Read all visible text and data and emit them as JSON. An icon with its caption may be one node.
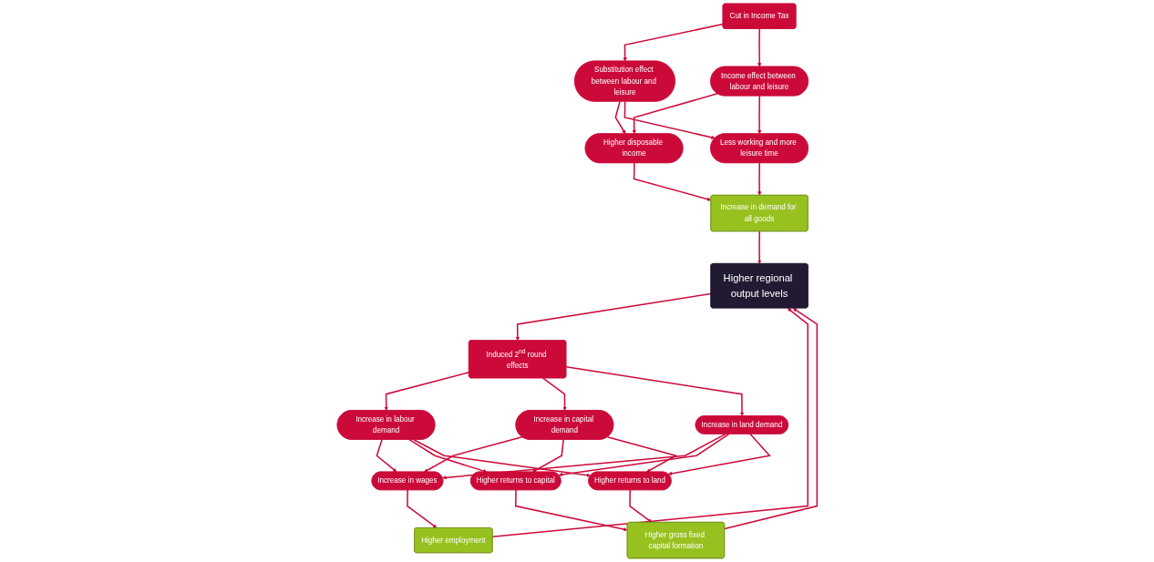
{
  "diagram": {
    "nodes": [
      {
        "text": [
          "Cut in Income Tax"
        ]
      },
      {
        "text": [
          "Substitution effect between labour and leisure"
        ]
      },
      {
        "text": [
          "Income effect between labour and leisure"
        ]
      },
      {
        "text": [
          "Higher disposable income"
        ]
      },
      {
        "text": [
          "Less working and more leisure time"
        ]
      },
      {
        "text": [
          "Increase in demand for all goods"
        ]
      },
      {
        "text": [
          "Higher regional output levels"
        ]
      },
      {
        "text": [
          "Induced 2$^{nd}$ round effects"
        ]
      },
      {
        "text": [
          "Increase in labour demand"
        ]
      },
      {
        "text": [
          "Increase in capital demand"
        ]
      },
      {
        "text": [
          "Increase in land demand"
        ]
      },
      {
        "text": [
          "Increase in wages"
        ]
      },
      {
        "text": [
          "Higher returns to capital"
        ]
      },
      {
        "text": [
          "Higher returns to land"
        ]
      },
      {
        "text": [
          "Higher employment"
        ]
      },
      {
        "text": [
          "Higher gross fixed capital formation"
        ]
      }
    ],
    "edges": [
      {
        "from": 0,
        "to": 1,
        "arrow": "to"
      },
      {
        "from": 0,
        "to": 2,
        "arrow": "to"
      },
      {
        "from": 1,
        "to": 3,
        "arrow": "to"
      },
      {
        "from": 1,
        "to": 4,
        "arrow": "to"
      },
      {
        "from": 2,
        "to": 3,
        "arrow": "to"
      },
      {
        "from": 2,
        "to": 4,
        "arrow": "to"
      },
      {
        "from": 3,
        "to": 5,
        "arrow": "to"
      },
      {
        "from": 4,
        "to": 5,
        "arrow": "to"
      },
      {
        "from": 5,
        "to": 6,
        "arrow": "to"
      },
      {
        "from": 6,
        "to": 7,
        "arrow": "to"
      },
      {
        "from": 7,
        "to": 8,
        "arrow": "to"
      },
      {
        "from": 7,
        "to": 9,
        "arrow": "to"
      },
      {
        "from": 7,
        "to": 10,
        "arrow": "to"
      },
      {
        "from": 8,
        "to": 11,
        "arrow": "to"
      },
      {
        "from": 8,
        "to": 12,
        "arrow": "to"
      },
      {
        "from": 8,
        "to": 13,
        "arrow": "to"
      },
      {
        "from": 9,
        "to": 11,
        "arrow": "to"
      },
      {
        "from": 9,
        "to": 12,
        "arrow": "to"
      },
      {
        "from": 9,
        "to": 13,
        "arrow": "to"
      },
      {
        "from": 10,
        "to": 11,
        "arrow": "to"
      },
      {
        "from": 10,
        "to": 12,
        "arrow": "to"
      },
      {
        "from": 10,
        "to": 13,
        "arrow": "to"
      },
      {
        "from": 11,
        "to": 14,
        "arrow": "to"
      },
      {
        "from": 12,
        "to": 15,
        "arrow": "to"
      },
      {
        "from": 13,
        "to": 15,
        "arrow": "to"
      },
      {
        "from": 14,
        "to": 6,
        "arrow": "to"
      },
      {
        "from": 15,
        "to": 6,
        "arrow": "to"
      }
    ]
  }
}
